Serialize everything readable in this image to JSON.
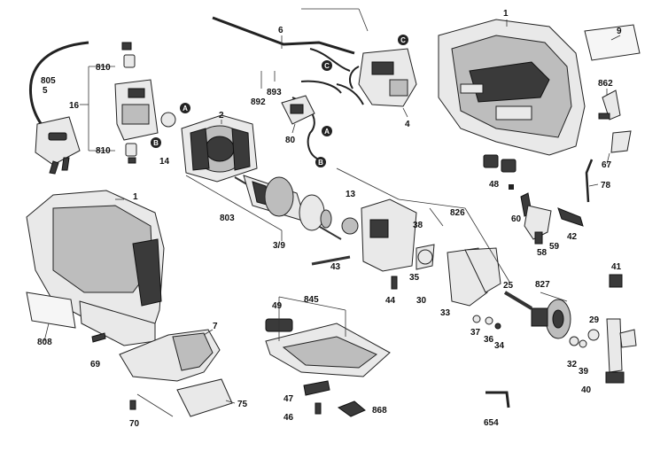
{
  "callouts": {
    "c1a": "1",
    "c1b": "1",
    "c2": "2",
    "c3_9": "3/9",
    "c4": "4",
    "c5": "5",
    "c6": "6",
    "c7": "7",
    "c9": "9",
    "c13": "13",
    "c14": "14",
    "c16": "16",
    "c25": "25",
    "c29": "29",
    "c30": "30",
    "c32": "32",
    "c33": "33",
    "c34": "34",
    "c35": "35",
    "c36": "36",
    "c37": "37",
    "c38": "38",
    "c39": "39",
    "c40": "40",
    "c41": "41",
    "c42": "42",
    "c43": "43",
    "c44": "44",
    "c46": "46",
    "c47": "47",
    "c48": "48",
    "c49": "49",
    "c58": "58",
    "c59": "59",
    "c60": "60",
    "c67": "67",
    "c69": "69",
    "c70": "70",
    "c75": "75",
    "c78": "78",
    "c80": "80",
    "c803": "803",
    "c805": "805",
    "c808": "808",
    "c810a": "810",
    "c810b": "810",
    "c826": "826",
    "c827": "827",
    "c845": "845",
    "c862": "862",
    "c868": "868",
    "c892": "892",
    "c893": "893",
    "c654": "654"
  },
  "markers": {
    "a1": "A",
    "a2": "A",
    "b1": "B",
    "b2": "B",
    "cc1": "C",
    "cc2": "C"
  }
}
